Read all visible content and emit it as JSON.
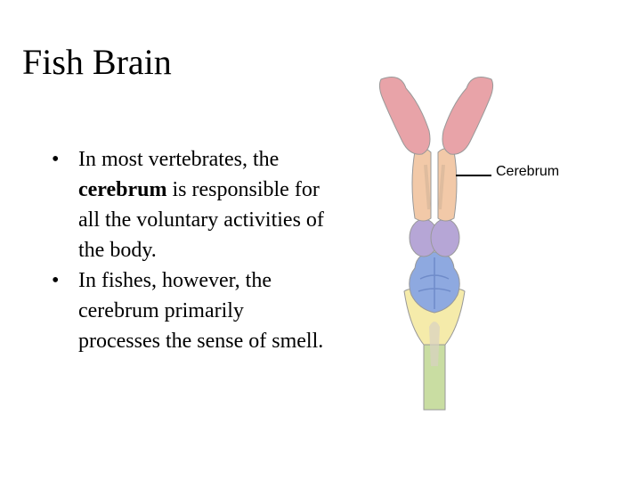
{
  "slide": {
    "title": "Fish Brain",
    "bullets": [
      {
        "before": "In most vertebrates, the",
        "bold": "cerebrum",
        "after": " is responsible for all the voluntary activities of the body."
      },
      {
        "text": "In fishes, however, the cerebrum primarily processes the sense of smell."
      }
    ],
    "bullet_symbol": "•"
  },
  "figure": {
    "label": "Cerebrum",
    "colors": {
      "olfactory": "#e8a3a8",
      "cerebrum": "#f2c9a8",
      "midbrain": "#b6a6d6",
      "cerebellum": "#8ea9e0",
      "medulla": "#f5ebaa",
      "spinal_cord": "#c9dda2"
    }
  }
}
